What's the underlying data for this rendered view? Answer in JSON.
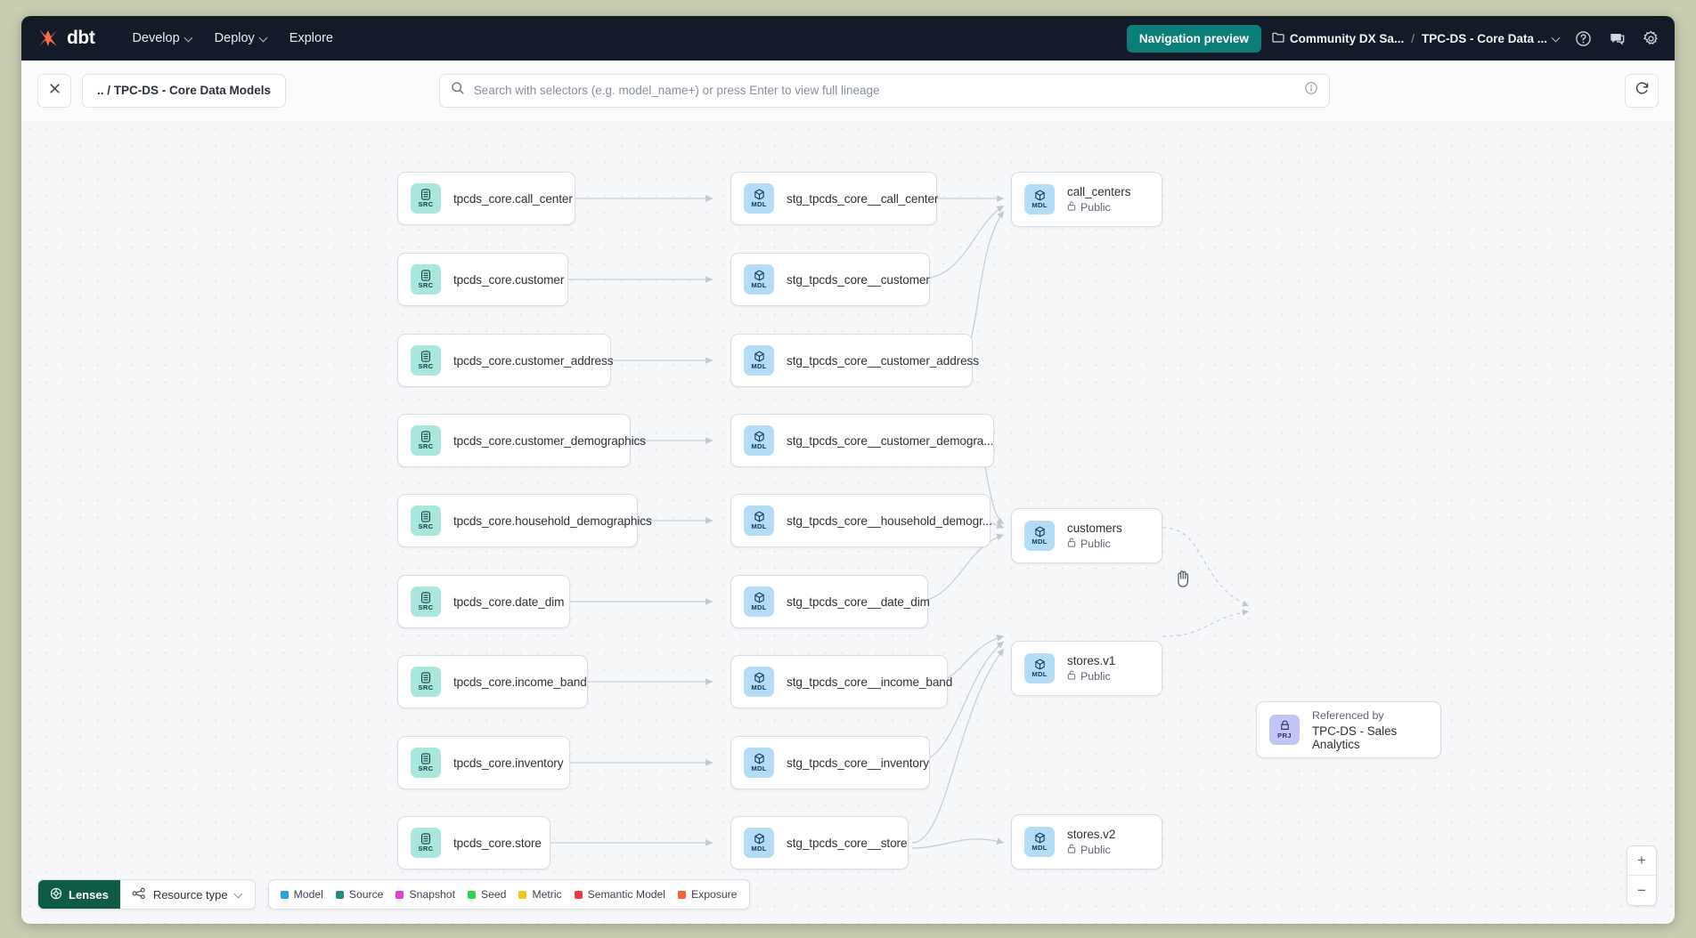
{
  "topnav": {
    "brand": "dbt",
    "items": [
      {
        "label": "Develop",
        "has_chevron": true,
        "icon": "chevron-down-icon"
      },
      {
        "label": "Deploy",
        "has_chevron": true,
        "icon": "chevron-down-icon"
      },
      {
        "label": "Explore",
        "has_chevron": false
      }
    ],
    "preview_button": "Navigation preview",
    "breadcrumb": {
      "account_icon": "folder-icon",
      "account": "Community DX Sa...",
      "separator": "/",
      "project": "TPC-DS - Core Data ...",
      "project_chevron": "chevron-down-icon"
    },
    "actions": [
      {
        "icon": "help-circle-icon",
        "name": "help-button"
      },
      {
        "icon": "feedback-chat-icon",
        "name": "feedback-button"
      },
      {
        "icon": "gear-icon",
        "name": "settings-button"
      }
    ]
  },
  "toolbar": {
    "close_icon": "close-icon",
    "breadcrumb_pill": ".. / TPC-DS - Core Data Models",
    "search": {
      "icon": "search-icon",
      "value": "",
      "placeholder": "Search with selectors (e.g. model_name+) or press Enter to view full lineage",
      "info_icon": "info-circle-icon"
    },
    "refresh_icon": "refresh-icon"
  },
  "graph": {
    "sources": [
      {
        "badge": "SRC",
        "label": "tpcds_core.call_center"
      },
      {
        "badge": "SRC",
        "label": "tpcds_core.customer"
      },
      {
        "badge": "SRC",
        "label": "tpcds_core.customer_address"
      },
      {
        "badge": "SRC",
        "label": "tpcds_core.customer_demographics"
      },
      {
        "badge": "SRC",
        "label": "tpcds_core.household_demographics"
      },
      {
        "badge": "SRC",
        "label": "tpcds_core.date_dim"
      },
      {
        "badge": "SRC",
        "label": "tpcds_core.income_band"
      },
      {
        "badge": "SRC",
        "label": "tpcds_core.inventory"
      },
      {
        "badge": "SRC",
        "label": "tpcds_core.store"
      }
    ],
    "staging": [
      {
        "badge": "MDL",
        "label": "stg_tpcds_core__call_center"
      },
      {
        "badge": "MDL",
        "label": "stg_tpcds_core__customer"
      },
      {
        "badge": "MDL",
        "label": "stg_tpcds_core__customer_address"
      },
      {
        "badge": "MDL",
        "label": "stg_tpcds_core__customer_demogra..."
      },
      {
        "badge": "MDL",
        "label": "stg_tpcds_core__household_demogr..."
      },
      {
        "badge": "MDL",
        "label": "stg_tpcds_core__date_dim"
      },
      {
        "badge": "MDL",
        "label": "stg_tpcds_core__income_band"
      },
      {
        "badge": "MDL",
        "label": "stg_tpcds_core__inventory"
      },
      {
        "badge": "MDL",
        "label": "stg_tpcds_core__store"
      }
    ],
    "marts": [
      {
        "badge": "MDL",
        "title": "call_centers",
        "access_icon": "unlock-icon",
        "access": "Public"
      },
      {
        "badge": "MDL",
        "title": "customers",
        "access_icon": "unlock-icon",
        "access": "Public"
      },
      {
        "badge": "MDL",
        "title": "stores.v1",
        "access_icon": "unlock-icon",
        "access": "Public"
      },
      {
        "badge": "MDL",
        "title": "stores.v2",
        "access_icon": "unlock-icon",
        "access": "Public"
      }
    ],
    "project_ref": {
      "badge": "PRJ",
      "caption": "Referenced by",
      "title": "TPC-DS - Sales Analytics"
    }
  },
  "bottombar": {
    "lenses_icon": "lens-icon",
    "lenses_label": "Lenses",
    "resource_type_icon": "nodes-icon",
    "resource_type_label": "Resource type",
    "resource_type_chevron": "chevron-down-icon",
    "legend": [
      {
        "label": "Model",
        "color": "#2a9fe0"
      },
      {
        "label": "Source",
        "color": "#1f8f86"
      },
      {
        "label": "Snapshot",
        "color": "#e040d8"
      },
      {
        "label": "Seed",
        "color": "#2bd44a"
      },
      {
        "label": "Metric",
        "color": "#f5c518"
      },
      {
        "label": "Semantic Model",
        "color": "#f0383e"
      },
      {
        "label": "Exposure",
        "color": "#f4623a"
      }
    ]
  },
  "zoom_controls": {
    "zoom_in": "+",
    "zoom_out": "−"
  },
  "colors": {
    "brand_orange": "#ff694a",
    "nav_bg": "#141b28",
    "accent_teal": "#0c7e78",
    "lens_green": "#0f5b46"
  }
}
